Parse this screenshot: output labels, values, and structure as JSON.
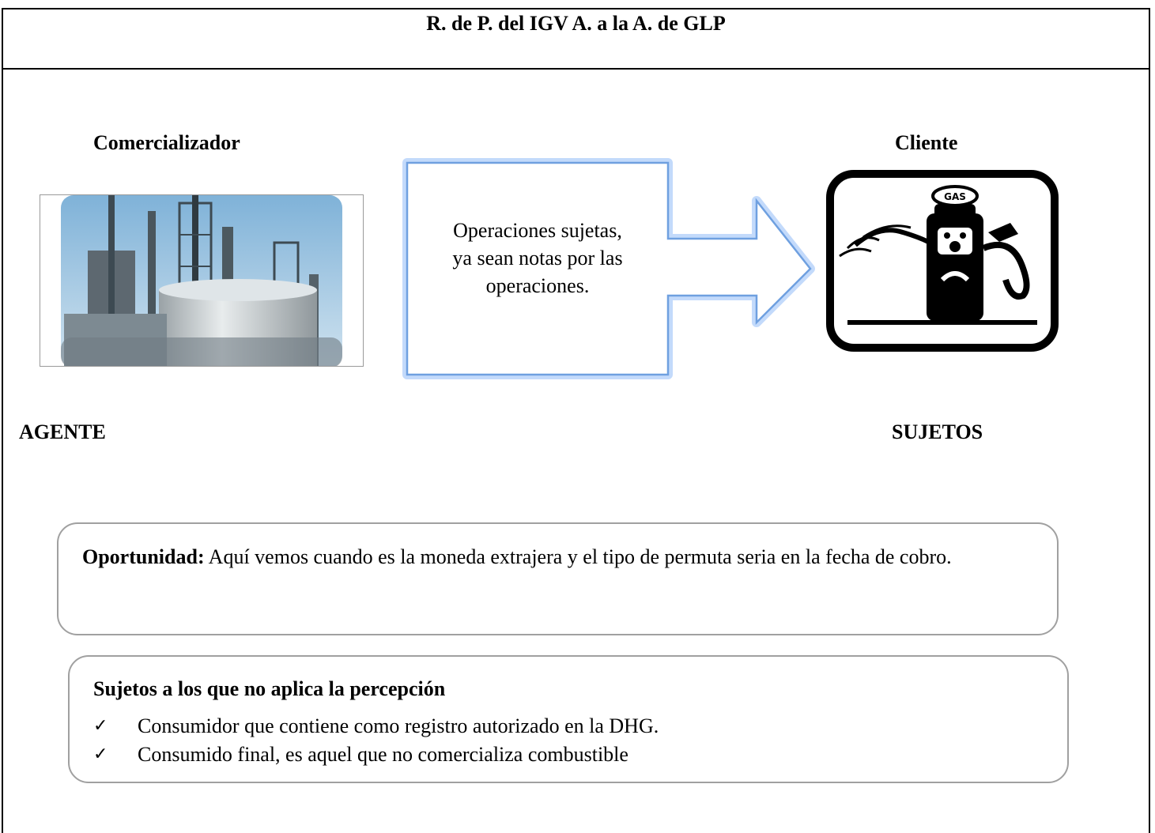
{
  "title": "R. de P. del IGV A. a la A. de GLP",
  "left": {
    "role": "Comercializador",
    "tag": "AGENTE"
  },
  "right": {
    "role": "Cliente",
    "tag": "SUJETOS",
    "pump_label": "GAS"
  },
  "arrow": {
    "text_lines": [
      "Operaciones sujetas,",
      "ya sean notas por las",
      "operaciones."
    ]
  },
  "oportunidad": {
    "label": "Oportunidad:",
    "text": " Aquí vemos cuando es la moneda extrajera y el tipo de permuta seria en la fecha de cobro."
  },
  "sujetos_box": {
    "heading": "Sujetos a los que no aplica la percepción",
    "check_glyph": "✓",
    "items": [
      "Consumidor que contiene como registro autorizado en la DHG.",
      "Consumido final, es aquel que no comercializa combustible"
    ]
  },
  "colors": {
    "arrow_stroke": "#6fa0e0",
    "arrow_glow": "#bcd6fb",
    "border": "#000000",
    "box_border": "#a0a0a0"
  }
}
